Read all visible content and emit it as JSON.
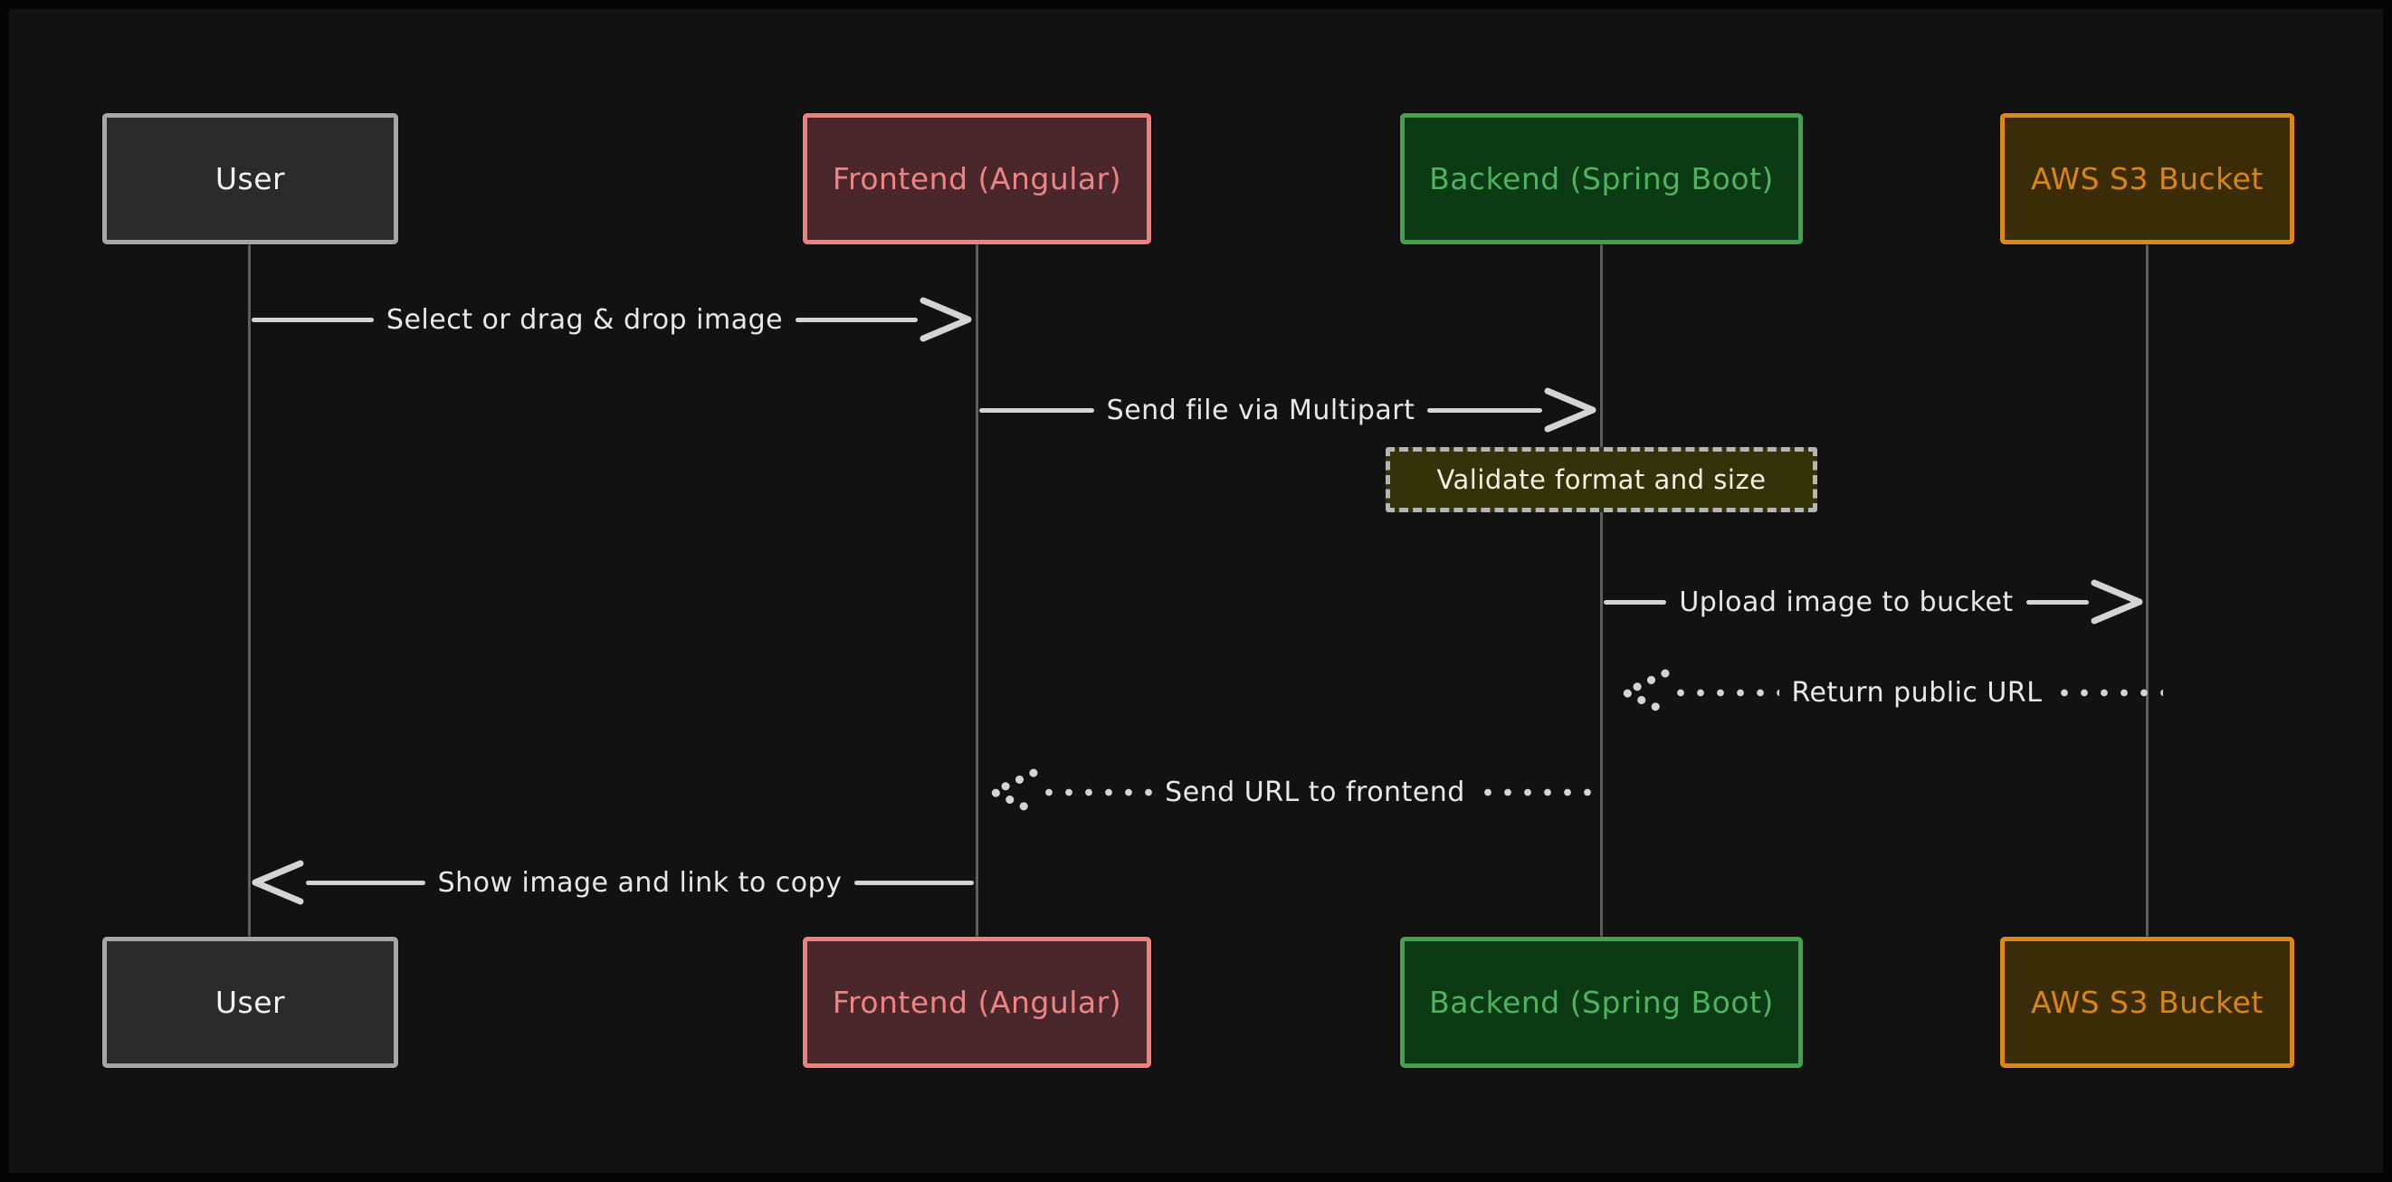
{
  "canvas": {
    "background": "#121212",
    "lifeline_color": "#5e5e5e",
    "arrow_color": "#d4d4d4"
  },
  "actors": [
    {
      "id": "user",
      "label": "User",
      "fill": "#2b2b2b",
      "border": "#a6a6a6",
      "text_color": "#f2f2f2"
    },
    {
      "id": "frontend",
      "label": "Frontend (Angular)",
      "fill": "#4a272a",
      "border": "#f1807c",
      "text_color": "#ef8282"
    },
    {
      "id": "backend",
      "label": "Backend (Spring Boot)",
      "fill": "#0b3a15",
      "border": "#3fa34d",
      "text_color": "#4db35f"
    },
    {
      "id": "aws",
      "label": "AWS S3 Bucket",
      "fill": "#3b2c08",
      "border": "#de8814",
      "text_color": "#db8410"
    }
  ],
  "messages": [
    {
      "label": "Select or drag & drop image",
      "from": "user",
      "to": "frontend",
      "line": "solid",
      "direction": "right"
    },
    {
      "label": "Send file via Multipart",
      "from": "frontend",
      "to": "backend",
      "line": "solid",
      "direction": "right"
    },
    {
      "label": "Validate format and size",
      "type": "self-note",
      "on": "backend",
      "fill": "#343209",
      "border": "#b5b5b5"
    },
    {
      "label": "Upload image to bucket",
      "from": "backend",
      "to": "aws",
      "line": "solid",
      "direction": "right"
    },
    {
      "label": "Return public URL",
      "from": "aws",
      "to": "backend",
      "line": "dotted",
      "direction": "left"
    },
    {
      "label": "Send URL to frontend",
      "from": "backend",
      "to": "frontend",
      "line": "dotted",
      "direction": "left"
    },
    {
      "label": "Show image and link to copy",
      "from": "frontend",
      "to": "user",
      "line": "solid",
      "direction": "left"
    }
  ]
}
